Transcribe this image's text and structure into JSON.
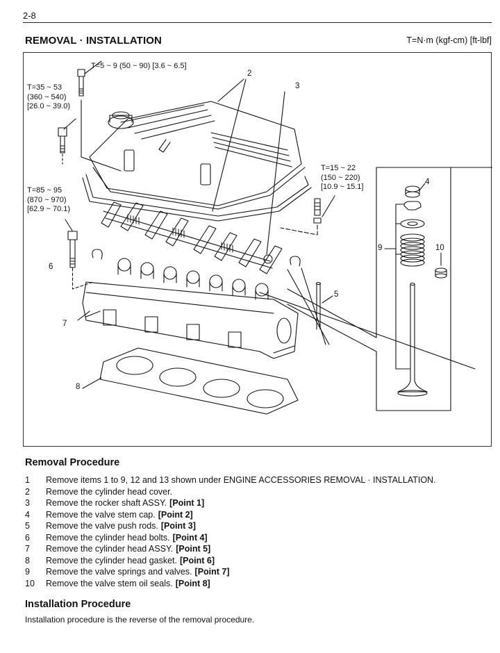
{
  "header": {
    "page_number": "2-8",
    "section_title": "REMOVAL · INSTALLATION",
    "torque_units": "T=N·m (kgf-cm) [ft-lbf]"
  },
  "figure": {
    "torque_specs": [
      {
        "id": "cover-bolt",
        "text": "T=5 ~ 9 (50 ~ 90) [3.6 ~ 6.5]"
      },
      {
        "id": "bolt-35",
        "text": "T=35 ~ 53\n(360 ~ 540)\n[26.0 ~ 39.0)"
      },
      {
        "id": "head-bolt",
        "text": "T=85 ~ 95\n(870 ~ 970)\n[62.9 ~ 70.1)"
      },
      {
        "id": "rocker-nut",
        "text": "T=15 ~ 22\n(150 ~ 220)\n[10.9 ~ 15.1]"
      }
    ],
    "callouts": [
      "2",
      "3",
      "4",
      "5",
      "6",
      "7",
      "8",
      "9",
      "10"
    ]
  },
  "removal": {
    "title": "Removal Procedure",
    "steps": [
      {
        "num": "1",
        "text": "Remove items 1 to 9, 12 and 13 shown under ENGINE ACCESSORIES REMOVAL · INSTALLATION.",
        "point": ""
      },
      {
        "num": "2",
        "text": "Remove the cylinder head cover.",
        "point": ""
      },
      {
        "num": "3",
        "text": "Remove the rocker shaft ASSY.",
        "point": "[Point 1]"
      },
      {
        "num": "4",
        "text": "Remove the valve stem cap.",
        "point": "[Point 2]"
      },
      {
        "num": "5",
        "text": "Remove the valve push rods.",
        "point": "[Point 3]"
      },
      {
        "num": "6",
        "text": "Remove the cylinder head bolts.",
        "point": "[Point 4]"
      },
      {
        "num": "7",
        "text": "Remove the cylinder head ASSY.",
        "point": "[Point 5]"
      },
      {
        "num": "8",
        "text": "Remove the cylinder head gasket.",
        "point": "[Point 6]"
      },
      {
        "num": "9",
        "text": "Remove the valve springs and valves.",
        "point": "[Point 7]"
      },
      {
        "num": "10",
        "text": "Remove the valve stem oil seals.",
        "point": "[Point 8]"
      }
    ]
  },
  "installation": {
    "title": "Installation Procedure",
    "text": "Installation procedure is the reverse of the removal procedure."
  }
}
